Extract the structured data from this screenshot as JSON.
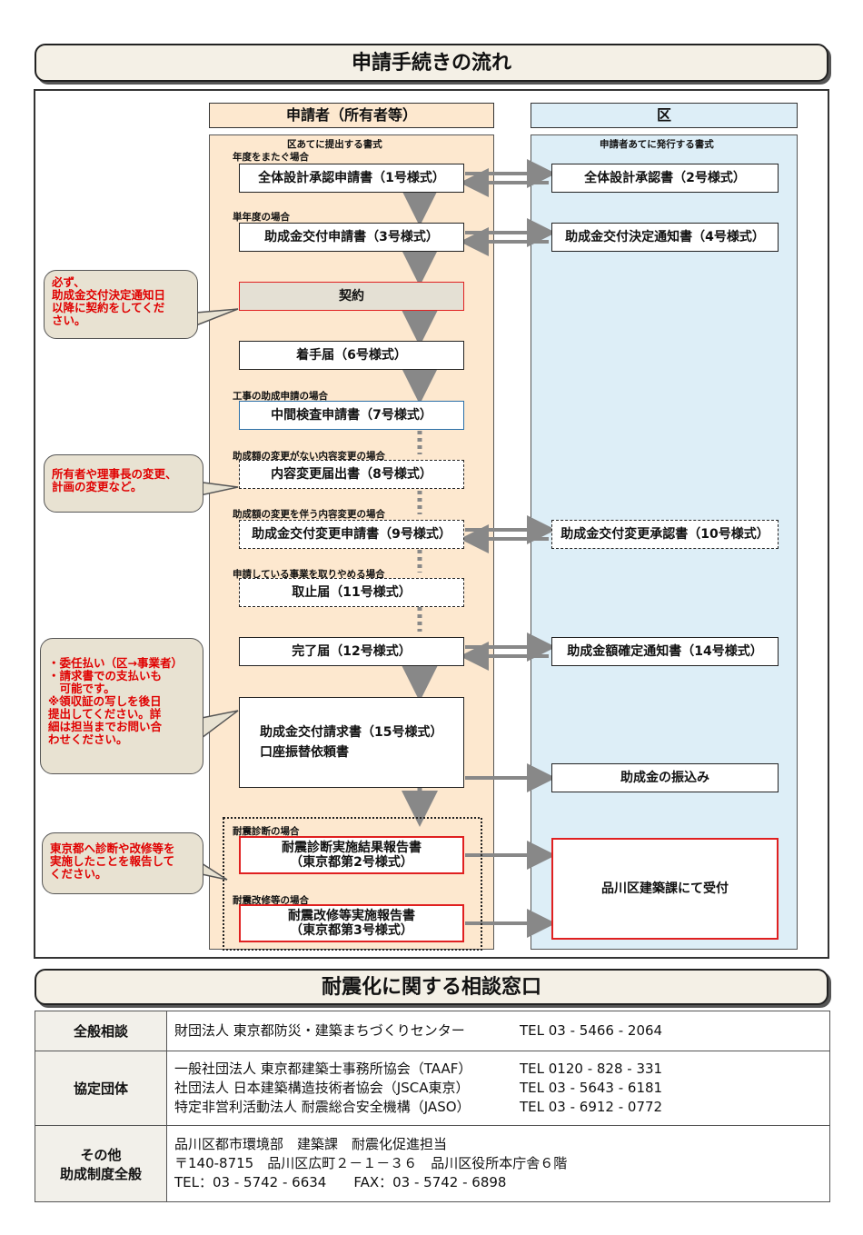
{
  "header": {
    "title": "申請手続きの流れ"
  },
  "columns": {
    "left": "申請者（所有者等）",
    "right": "区"
  },
  "subheads": {
    "left": "区あてに提出する書式",
    "right": "申請者あてに発行する書式"
  },
  "labels": {
    "l1": "年度をまたぐ場合",
    "l2": "単年度の場合",
    "l3": "工事の助成申請の場合",
    "l4": "助成額の変更がない内容変更の場合",
    "l5": "助成額の変更を伴う内容変更の場合",
    "l6": "申請している事業を取りやめる場合",
    "l7": "耐震診断の場合",
    "l8": "耐震改修等の場合"
  },
  "left_boxes": {
    "b1": "全体設計承認申請書（1号様式）",
    "b2": "助成金交付申請書（3号様式）",
    "b3": "契約",
    "b4": "着手届（6号様式）",
    "b5": "中間検査申請書（7号様式）",
    "b6": "内容変更届出書（8号様式）",
    "b7": "助成金交付変更申請書（9号様式）",
    "b8": "取止届（11号様式）",
    "b9": "完了届（12号様式）",
    "b10a": "助成金交付請求書（15号様式）",
    "b10b": "口座振替依頼書",
    "b11a": "耐震診断実施結果報告書",
    "b11b": "（東京都第2号様式）",
    "b12a": "耐震改修等実施報告書",
    "b12b": "（東京都第3号様式）"
  },
  "right_boxes": {
    "r1": "全体設計承認書（2号様式）",
    "r2": "助成金交付決定通知書（4号様式）",
    "r3": "助成金交付変更承認書（10号様式）",
    "r4": "助成金額確定通知書（14号様式）",
    "r5": "助成金の振込み",
    "r6": "品川区建築課にて受付"
  },
  "callouts": {
    "c1": [
      "必ず、",
      "助成金交付決定通知日",
      "以降に契約をしてくだ",
      "さい。"
    ],
    "c2": [
      "所有者や理事長の変更、",
      "計画の変更など。"
    ],
    "c3": [
      "・委任払い（区→事業者）",
      "・請求書での支払いも",
      "　可能です。",
      "※領収証の写しを後日",
      "提出してください。詳",
      "細は担当までお問い合",
      "わせください。"
    ],
    "c4": [
      "東京都へ診断や改修等を",
      "実施したことを報告して",
      "ください。"
    ]
  },
  "contact": {
    "title": "耐震化に関する相談窓口",
    "rows": [
      {
        "head": [
          "全般相談"
        ],
        "lines": [
          {
            "org": "財団法人 東京都防災・建築まちづくりセンター",
            "tel": "TEL 03 - 5466 - 2064"
          }
        ]
      },
      {
        "head": [
          "協定団体"
        ],
        "lines": [
          {
            "org": "一般社団法人 東京都建築士事務所協会（TAAF）",
            "tel": "TEL 0120 - 828 - 331"
          },
          {
            "org": "社団法人 日本建築構造技術者協会（JSCA東京）",
            "tel": "TEL 03 - 5643 - 6181"
          },
          {
            "org": "特定非営利活動法人 耐震総合安全機構（JASO）",
            "tel": "TEL 03 - 6912 - 0772"
          }
        ]
      },
      {
        "head": [
          "その他",
          "助成制度全般"
        ],
        "text": [
          "品川区都市環境部　建築課　耐震化促進担当",
          "〒140-8715　品川区広町２－１－３６　品川区役所本庁舎６階",
          "TEL：03 - 5742 - 6634　　FAX：03 - 5742 - 6898"
        ]
      }
    ]
  }
}
